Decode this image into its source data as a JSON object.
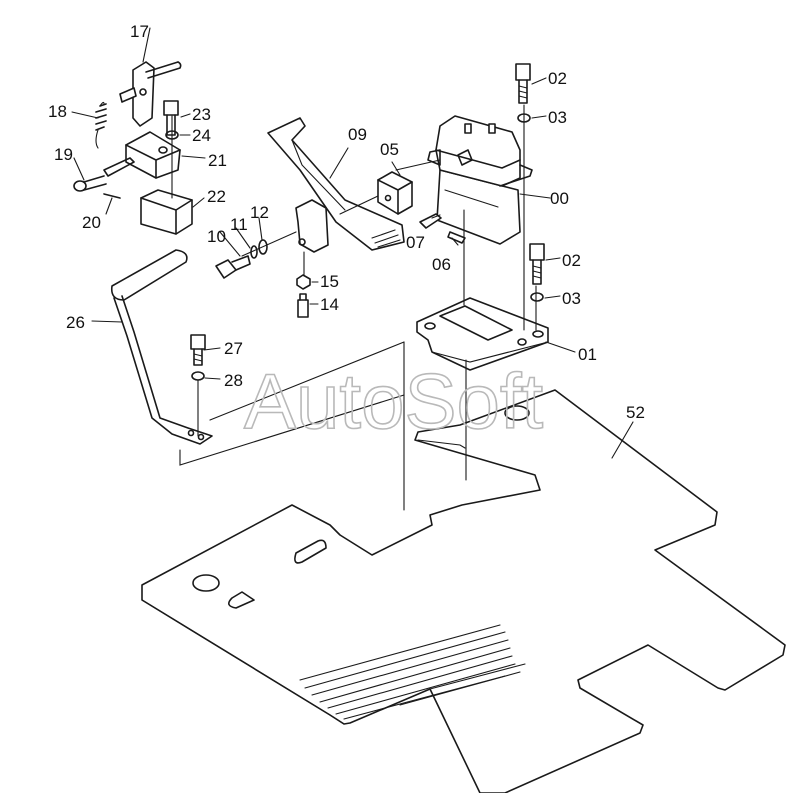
{
  "watermark": "AutoSoft",
  "labels": {
    "p00": "00",
    "p01": "01",
    "p02a": "02",
    "p02b": "02",
    "p03a": "03",
    "p03b": "03",
    "p05": "05",
    "p06": "06",
    "p07": "07",
    "p09": "09",
    "p10": "10",
    "p11": "11",
    "p12": "12",
    "p14": "14",
    "p15": "15",
    "p17": "17",
    "p18": "18",
    "p19": "19",
    "p20": "20",
    "p21": "21",
    "p22": "22",
    "p23": "23",
    "p24": "24",
    "p26": "26",
    "p27": "27",
    "p28": "28",
    "p52": "52"
  }
}
